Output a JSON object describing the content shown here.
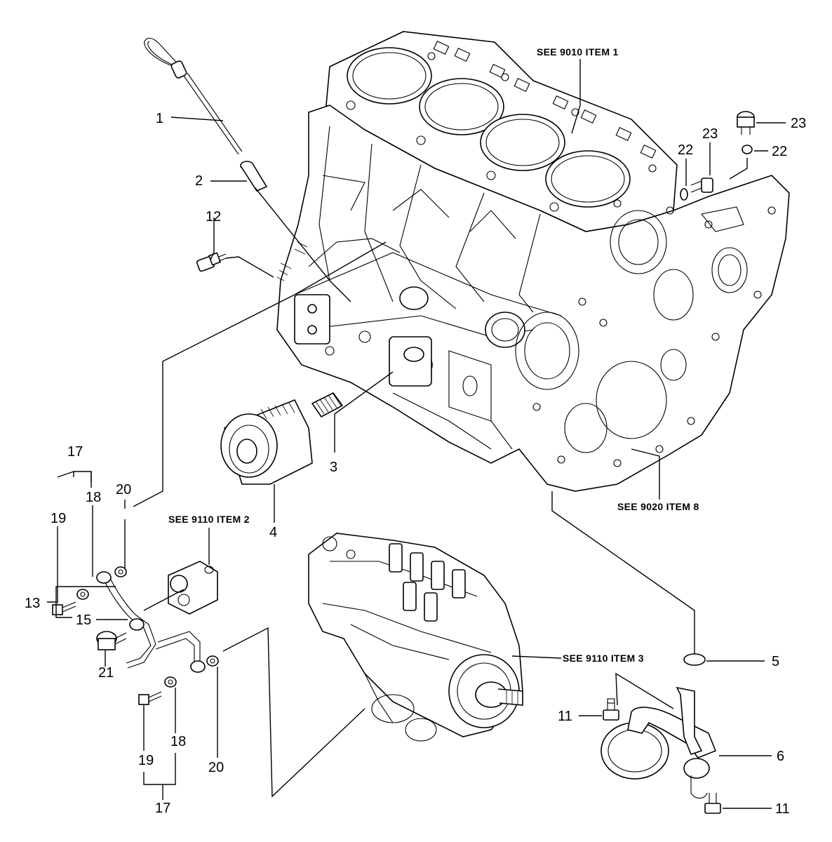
{
  "callouts": {
    "c1": "1",
    "c2": "2",
    "c3": "3",
    "c4": "4",
    "c5": "5",
    "c6": "6",
    "c11a": "11",
    "c11b": "11",
    "c12": "12",
    "c13": "13",
    "c15": "15",
    "c17a": "17",
    "c17b": "17",
    "c18a": "18",
    "c18b": "18",
    "c19a": "19",
    "c19b": "19",
    "c20a": "20",
    "c20b": "20",
    "c21": "21",
    "c22a": "22",
    "c22b": "22",
    "c23a": "23",
    "c23b": "23"
  },
  "references": {
    "block": "SEE 9010 ITEM 1",
    "block_lower": "SEE 9020 ITEM 8",
    "pump_adapter": "SEE 9110 ITEM 2",
    "injection_pump": "SEE 9110 ITEM 3"
  }
}
